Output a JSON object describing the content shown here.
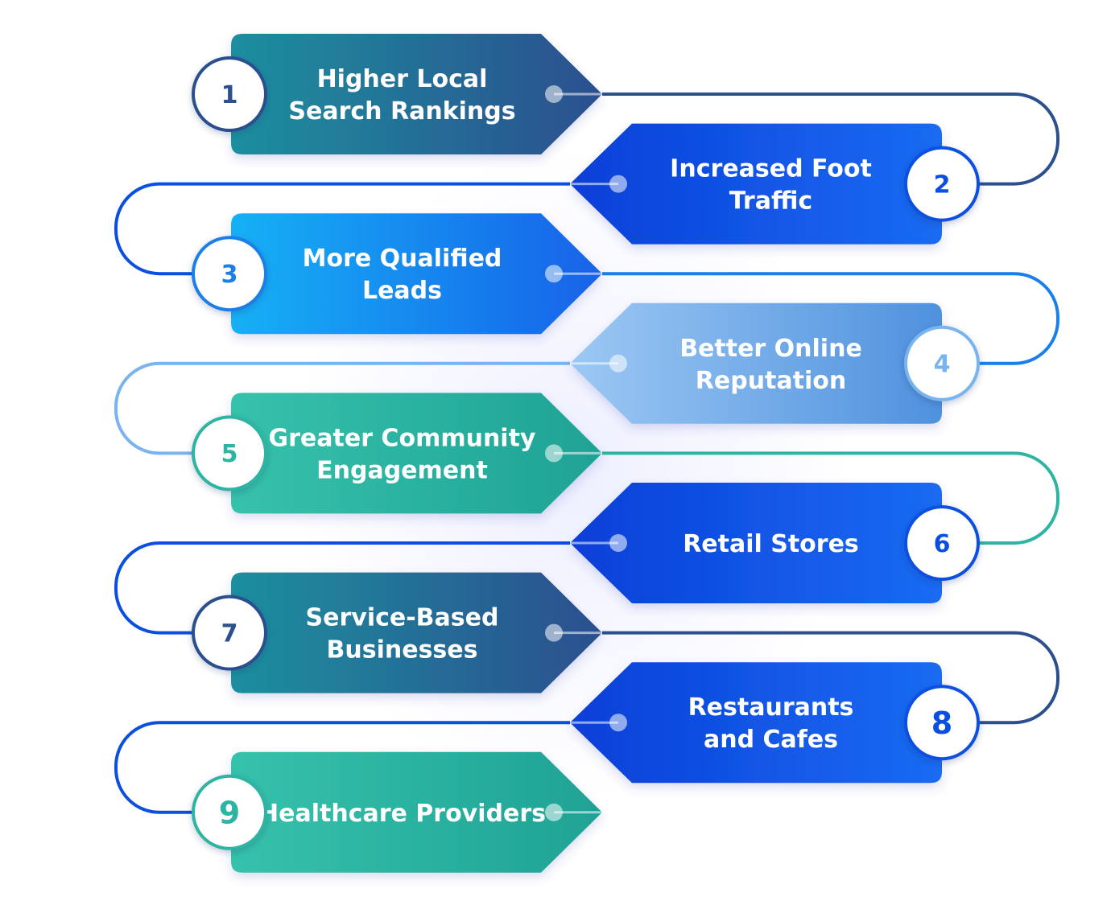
{
  "steps": [
    {
      "number": "1",
      "lines": [
        "Higher Local",
        "Search Rankings"
      ],
      "side": "left",
      "color": "#2c4f8e",
      "gradient": [
        "#1d8f9e",
        "#2b4f8f"
      ]
    },
    {
      "number": "2",
      "lines": [
        "Increased Foot",
        "Traffic"
      ],
      "side": "right",
      "color": "#0a4fe0",
      "gradient": [
        "#0a3fd8",
        "#1a6bf2"
      ]
    },
    {
      "number": "3",
      "lines": [
        "More Qualified",
        "Leads"
      ],
      "side": "left",
      "color": "#1a7fe8",
      "gradient": [
        "#14b0f5",
        "#1a62e8"
      ]
    },
    {
      "number": "4",
      "lines": [
        "Better Online",
        "Reputation"
      ],
      "side": "right",
      "color": "#7ab4ee",
      "gradient": [
        "#9cc8f3",
        "#4f91de"
      ]
    },
    {
      "number": "5",
      "lines": [
        "Greater Community",
        "Engagement"
      ],
      "side": "left",
      "color": "#2eb4a2",
      "gradient": [
        "#36c2ab",
        "#1fa295"
      ]
    },
    {
      "number": "6",
      "lines": [
        "Retail Stores"
      ],
      "side": "right",
      "color": "#0a4fe0",
      "gradient": [
        "#0a3fd8",
        "#1a6bf2"
      ]
    },
    {
      "number": "7",
      "lines": [
        "Service-Based",
        "Businesses"
      ],
      "side": "left",
      "color": "#2c4f8e",
      "gradient": [
        "#1d8f9e",
        "#2b4f8f"
      ]
    },
    {
      "number": "8",
      "lines": [
        "Restaurants",
        "and Cafes"
      ],
      "side": "right",
      "color": "#0a4fe0",
      "gradient": [
        "#0a3fd8",
        "#1a6bf2"
      ]
    },
    {
      "number": "9",
      "lines": [
        "Healthcare Providers"
      ],
      "side": "left",
      "color": "#2eb4a2",
      "gradient": [
        "#36c2ab",
        "#1fa295"
      ]
    }
  ]
}
